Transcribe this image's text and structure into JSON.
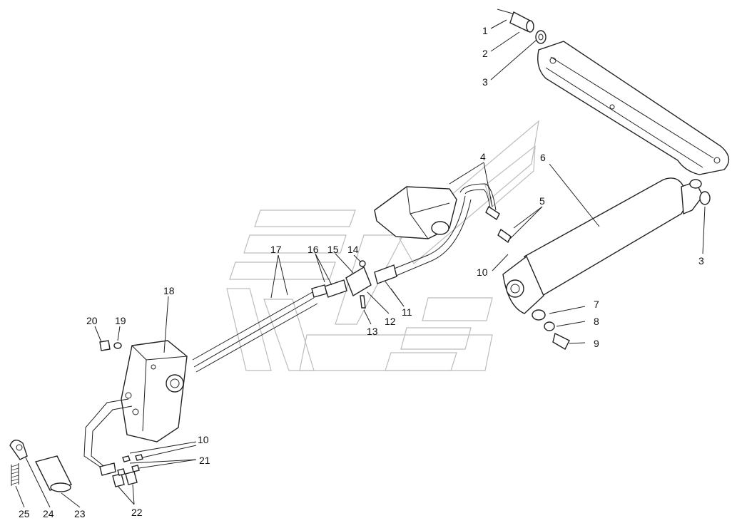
{
  "callouts": [
    {
      "id": "c1",
      "label": "1"
    },
    {
      "id": "c2",
      "label": "2"
    },
    {
      "id": "c3a",
      "label": "3"
    },
    {
      "id": "c3b",
      "label": "3"
    },
    {
      "id": "c4",
      "label": "4"
    },
    {
      "id": "c5",
      "label": "5"
    },
    {
      "id": "c6",
      "label": "6"
    },
    {
      "id": "c7",
      "label": "7"
    },
    {
      "id": "c8",
      "label": "8"
    },
    {
      "id": "c9",
      "label": "9"
    },
    {
      "id": "c10a",
      "label": "10"
    },
    {
      "id": "c10b",
      "label": "10"
    },
    {
      "id": "c11",
      "label": "11"
    },
    {
      "id": "c12",
      "label": "12"
    },
    {
      "id": "c13",
      "label": "13"
    },
    {
      "id": "c14",
      "label": "14"
    },
    {
      "id": "c15",
      "label": "15"
    },
    {
      "id": "c16",
      "label": "16"
    },
    {
      "id": "c17",
      "label": "17"
    },
    {
      "id": "c18",
      "label": "18"
    },
    {
      "id": "c19",
      "label": "19"
    },
    {
      "id": "c20",
      "label": "20"
    },
    {
      "id": "c21",
      "label": "21"
    },
    {
      "id": "c22",
      "label": "22"
    },
    {
      "id": "c23",
      "label": "23"
    },
    {
      "id": "c24",
      "label": "24"
    },
    {
      "id": "c25",
      "label": "25"
    }
  ]
}
